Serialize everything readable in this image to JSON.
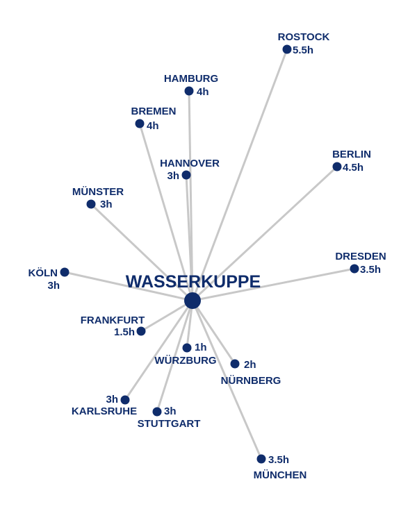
{
  "hub": {
    "name": "WASSERKUPPE"
  },
  "colors": {
    "node": "#0f2c6b",
    "spoke": "#c8c8c8",
    "background": "#ffffff"
  },
  "destinations": [
    {
      "name": "ROSTOCK",
      "time": "5.5h"
    },
    {
      "name": "HAMBURG",
      "time": "4h"
    },
    {
      "name": "BREMEN",
      "time": "4h"
    },
    {
      "name": "HANNOVER",
      "time": "3h"
    },
    {
      "name": "BERLIN",
      "time": "4.5h"
    },
    {
      "name": "MÜNSTER",
      "time": "3h"
    },
    {
      "name": "DRESDEN",
      "time": "3.5h"
    },
    {
      "name": "KÖLN",
      "time": "3h"
    },
    {
      "name": "FRANKFURT",
      "time": "1.5h"
    },
    {
      "name": "WÜRZBURG",
      "time": "1h"
    },
    {
      "name": "NÜRNBERG",
      "time": "2h"
    },
    {
      "name": "KARLSRUHE",
      "time": "3h"
    },
    {
      "name": "STUTTGART",
      "time": "3h"
    },
    {
      "name": "MÜNCHEN",
      "time": "3.5h"
    }
  ]
}
